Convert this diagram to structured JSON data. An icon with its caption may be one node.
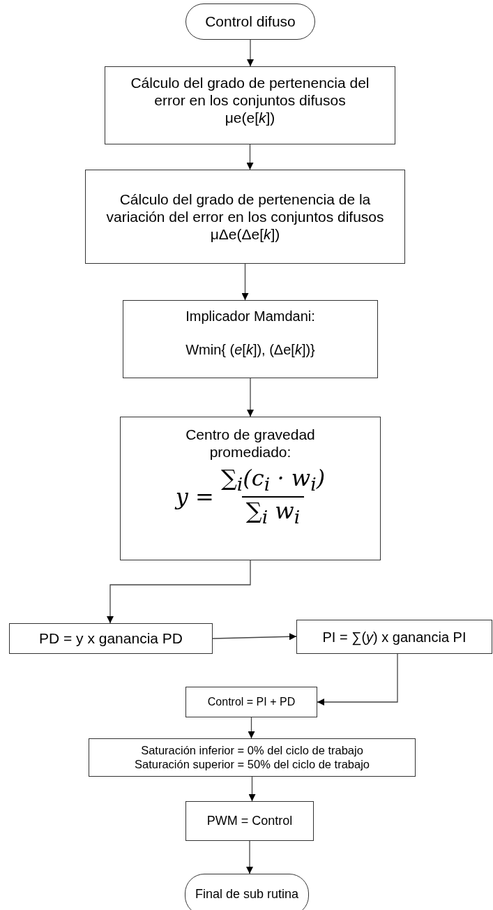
{
  "diagram": {
    "nodes": [
      {
        "text": [
          "Control difuso"
        ]
      },
      {
        "text": [
          "Cálculo del grado de pertenencia del error en los conjuntos difusos",
          "μe(e[*k*])"
        ]
      },
      {
        "text": [
          "Cálculo del grado de pertenencia de la variación del error en los conjuntos difusos",
          "μΔe(Δe[*k*])"
        ]
      },
      {
        "text": [
          "Implicador Mamdani:",
          "Wmin{ (*e*[*k*]), (Δe[*k*])}"
        ]
      },
      {
        "text": [
          "Centro de gravedad promediado:",
          "y =",
          "∑$_{i}$(c$_{i}$ · w$_{i}$)",
          "∑$_{i}$ w$_{i}$"
        ]
      },
      {
        "text": [
          "PD = y x ganancia PD"
        ]
      },
      {
        "text": [
          "PI = ∑(*y*) x ganancia PI"
        ]
      },
      {
        "text": [
          "Control = PI + PD"
        ]
      },
      {
        "text": [
          "Saturación inferior = 0% del ciclo de trabajo",
          "Saturación superior = 50% del ciclo de trabajo"
        ]
      },
      {
        "text": [
          "PWM = Control"
        ]
      },
      {
        "text": [
          "Final de sub rutina"
        ]
      }
    ],
    "edges": [
      {
        "from": 0,
        "to": 1,
        "arrow": "to"
      },
      {
        "from": 1,
        "to": 2,
        "arrow": "to"
      },
      {
        "from": 2,
        "to": 3,
        "arrow": "to"
      },
      {
        "from": 3,
        "to": 4,
        "arrow": "to"
      },
      {
        "from": 4,
        "to": 5,
        "arrow": "to"
      },
      {
        "from": 5,
        "to": 6,
        "arrow": "to"
      },
      {
        "from": 6,
        "to": 7,
        "arrow": "to"
      },
      {
        "from": 7,
        "to": 8,
        "arrow": "to"
      },
      {
        "from": 8,
        "to": 9,
        "arrow": "to"
      },
      {
        "from": 9,
        "to": 10,
        "arrow": "to"
      }
    ]
  }
}
